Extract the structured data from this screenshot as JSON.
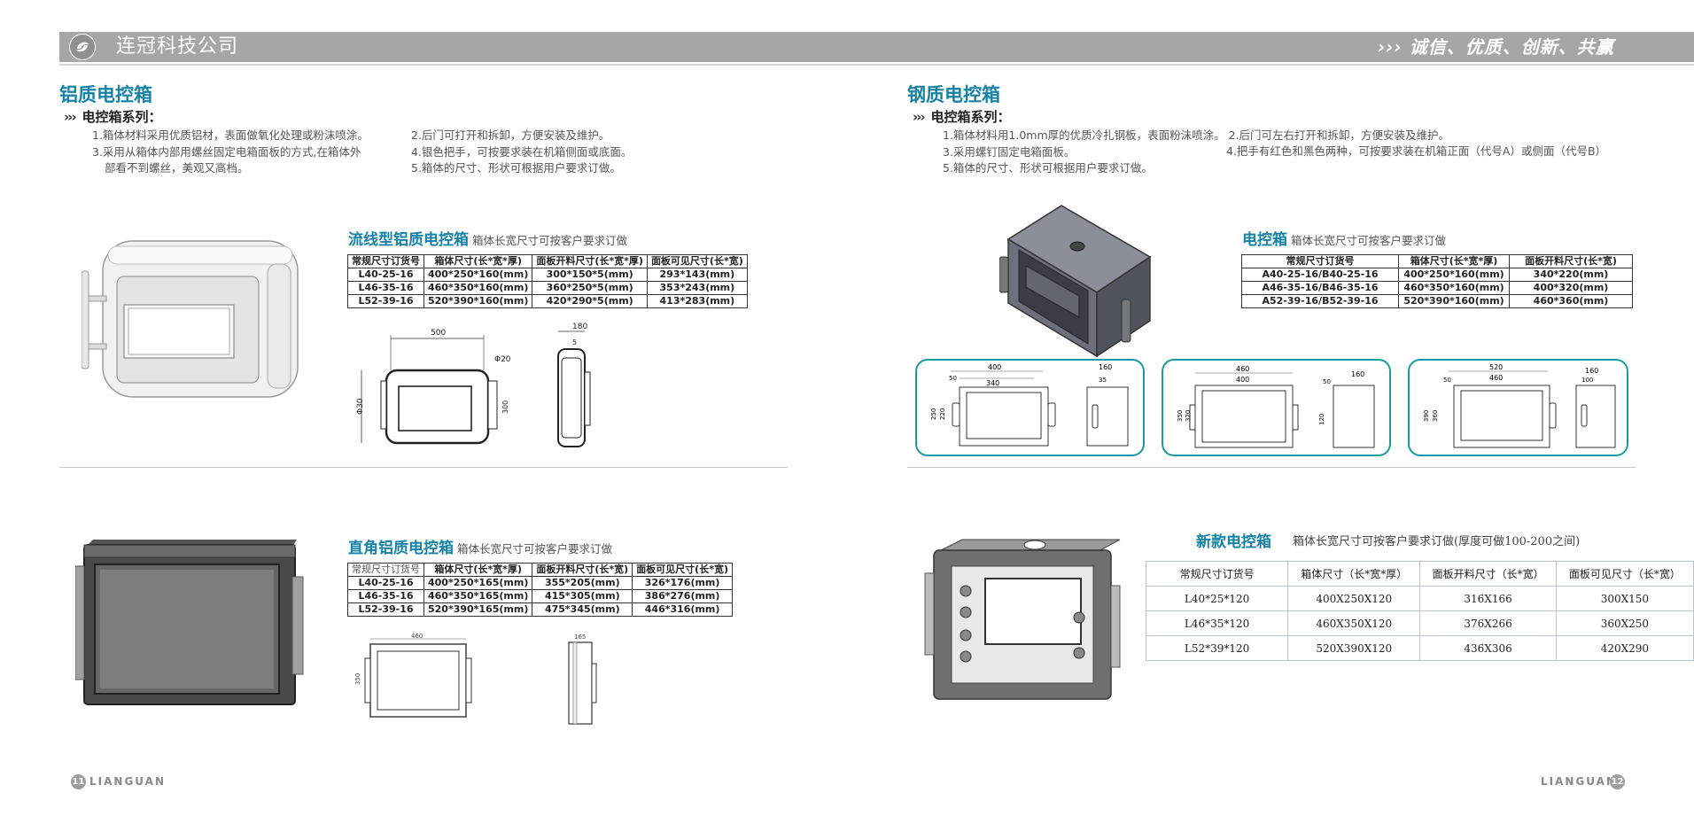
{
  "header": {
    "company": "连冠科技公司",
    "slogan": "诚信、优质、创新、共赢",
    "slogan_arrows": "›››"
  },
  "left": {
    "title": "铝质电控箱",
    "series_label": "电控箱系列：",
    "arrows": "›››",
    "features_col1": [
      "1.箱体材料采用优质铝材，表面做氧化处理或粉沫喷涂。",
      "3.采用从箱体内部用螺丝固定电箱面板的方式,在箱体外",
      "   部看不到螺丝，美观又高档。"
    ],
    "features_col2": [
      "2.后门可打开和拆卸，方便安装及维护。",
      "4.银色把手，可按要求装在机箱侧面或底面。",
      "5.箱体的尺寸、形状可根据用户要求订做。"
    ],
    "streamline": {
      "title": "流线型铝质电控箱",
      "note": "箱体长宽尺寸可按客户要求订做",
      "headers": [
        "常规尺寸订货号",
        "箱体尺寸(长*宽*厚)",
        "面板开料尺寸(长*宽*厚)",
        "面板可见尺寸(长*宽)"
      ],
      "rows": [
        [
          "L40-25-16",
          "400*250*160(mm)",
          "300*150*5(mm)",
          "293*143(mm)"
        ],
        [
          "L46-35-16",
          "460*350*160(mm)",
          "360*250*5(mm)",
          "353*243(mm)"
        ],
        [
          "L52-39-16",
          "520*390*160(mm)",
          "420*290*5(mm)",
          "413*283(mm)"
        ]
      ],
      "dims": {
        "w": "500",
        "phi": "Φ20",
        "h": "300",
        "phi2": "Φ30",
        "d": "180",
        "t": "5"
      }
    },
    "rightangle": {
      "title": "直角铝质电控箱",
      "note": "箱体长宽尺寸可按客户要求订做",
      "headers": [
        "常规尺寸订货号",
        "箱体尺寸(长*宽*厚)",
        "面板开料尺寸(长*宽)",
        "面板可见尺寸(长*宽)"
      ],
      "rows": [
        [
          "L40-25-16",
          "400*250*165(mm)",
          "355*205(mm)",
          "326*176(mm)"
        ],
        [
          "L46-35-16",
          "460*350*165(mm)",
          "415*305(mm)",
          "386*276(mm)"
        ],
        [
          "L52-39-16",
          "520*390*165(mm)",
          "475*345(mm)",
          "446*316(mm)"
        ]
      ],
      "dims": {
        "w": "460",
        "h": "350",
        "d": "165"
      }
    },
    "footer": {
      "page": "11",
      "brand": "LIANGUAN"
    }
  },
  "right": {
    "title": "钢质电控箱",
    "series_label": "电控箱系列：",
    "arrows": "›››",
    "features": [
      "1.箱体材料用1.0mm厚的优质冷扎钢板，表面粉沫喷涂。 2.后门可左右打开和拆卸，方便安装及维护。",
      "3.采用螺钉固定电箱面板。",
      "5.箱体的尺寸、形状可根据用户要求订做。"
    ],
    "feature4": "4.把手有红色和黑色两种，可按要求装在机箱正面（代号A）或侧面（代号B）",
    "steel": {
      "title": "电控箱",
      "note": "箱体长宽尺寸可按客户要求订做",
      "headers": [
        "常规尺寸订货号",
        "箱体尺寸(长*宽*厚)",
        "面板开料尺寸(长*宽)"
      ],
      "rows": [
        [
          "A40-25-16/B40-25-16",
          "400*250*160(mm)",
          "340*220(mm)"
        ],
        [
          "A46-35-16/B46-35-16",
          "460*350*160(mm)",
          "400*320(mm)"
        ],
        [
          "A52-39-16/B52-39-16",
          "520*390*160(mm)",
          "460*360(mm)"
        ]
      ]
    },
    "drawings": [
      {
        "w": "400",
        "iw": "340",
        "m": "50",
        "h": "250",
        "ih": "220",
        "d": "160",
        "s": "35"
      },
      {
        "w": "460",
        "iw": "400",
        "m": "50",
        "h": "350",
        "ih": "320",
        "d": "160",
        "s": "120"
      },
      {
        "w": "520",
        "iw": "460",
        "m": "50",
        "h": "390",
        "ih": "360",
        "d": "160",
        "s": "100"
      }
    ],
    "newbox": {
      "title": "新款电控箱",
      "note": "箱体长宽尺寸可按客户要求订做(厚度可做100-200之间)",
      "headers": [
        "常规尺寸订货号",
        "箱体尺寸（长*宽*厚）",
        "面板开料尺寸（长*宽）",
        "面板可见尺寸（长*宽）"
      ],
      "rows": [
        [
          "L40*25*120",
          "400X250X120",
          "316X166",
          "300X150"
        ],
        [
          "L46*35*120",
          "460X350X120",
          "376X266",
          "360X250"
        ],
        [
          "L52*39*120",
          "520X390X120",
          "436X306",
          "420X290"
        ]
      ]
    },
    "footer": {
      "page": "12",
      "brand": "LIANGUAN"
    }
  },
  "colors": {
    "accent": "#1683a6",
    "header_bar": "#a6a6a6",
    "frame": "#1a9aa3"
  }
}
